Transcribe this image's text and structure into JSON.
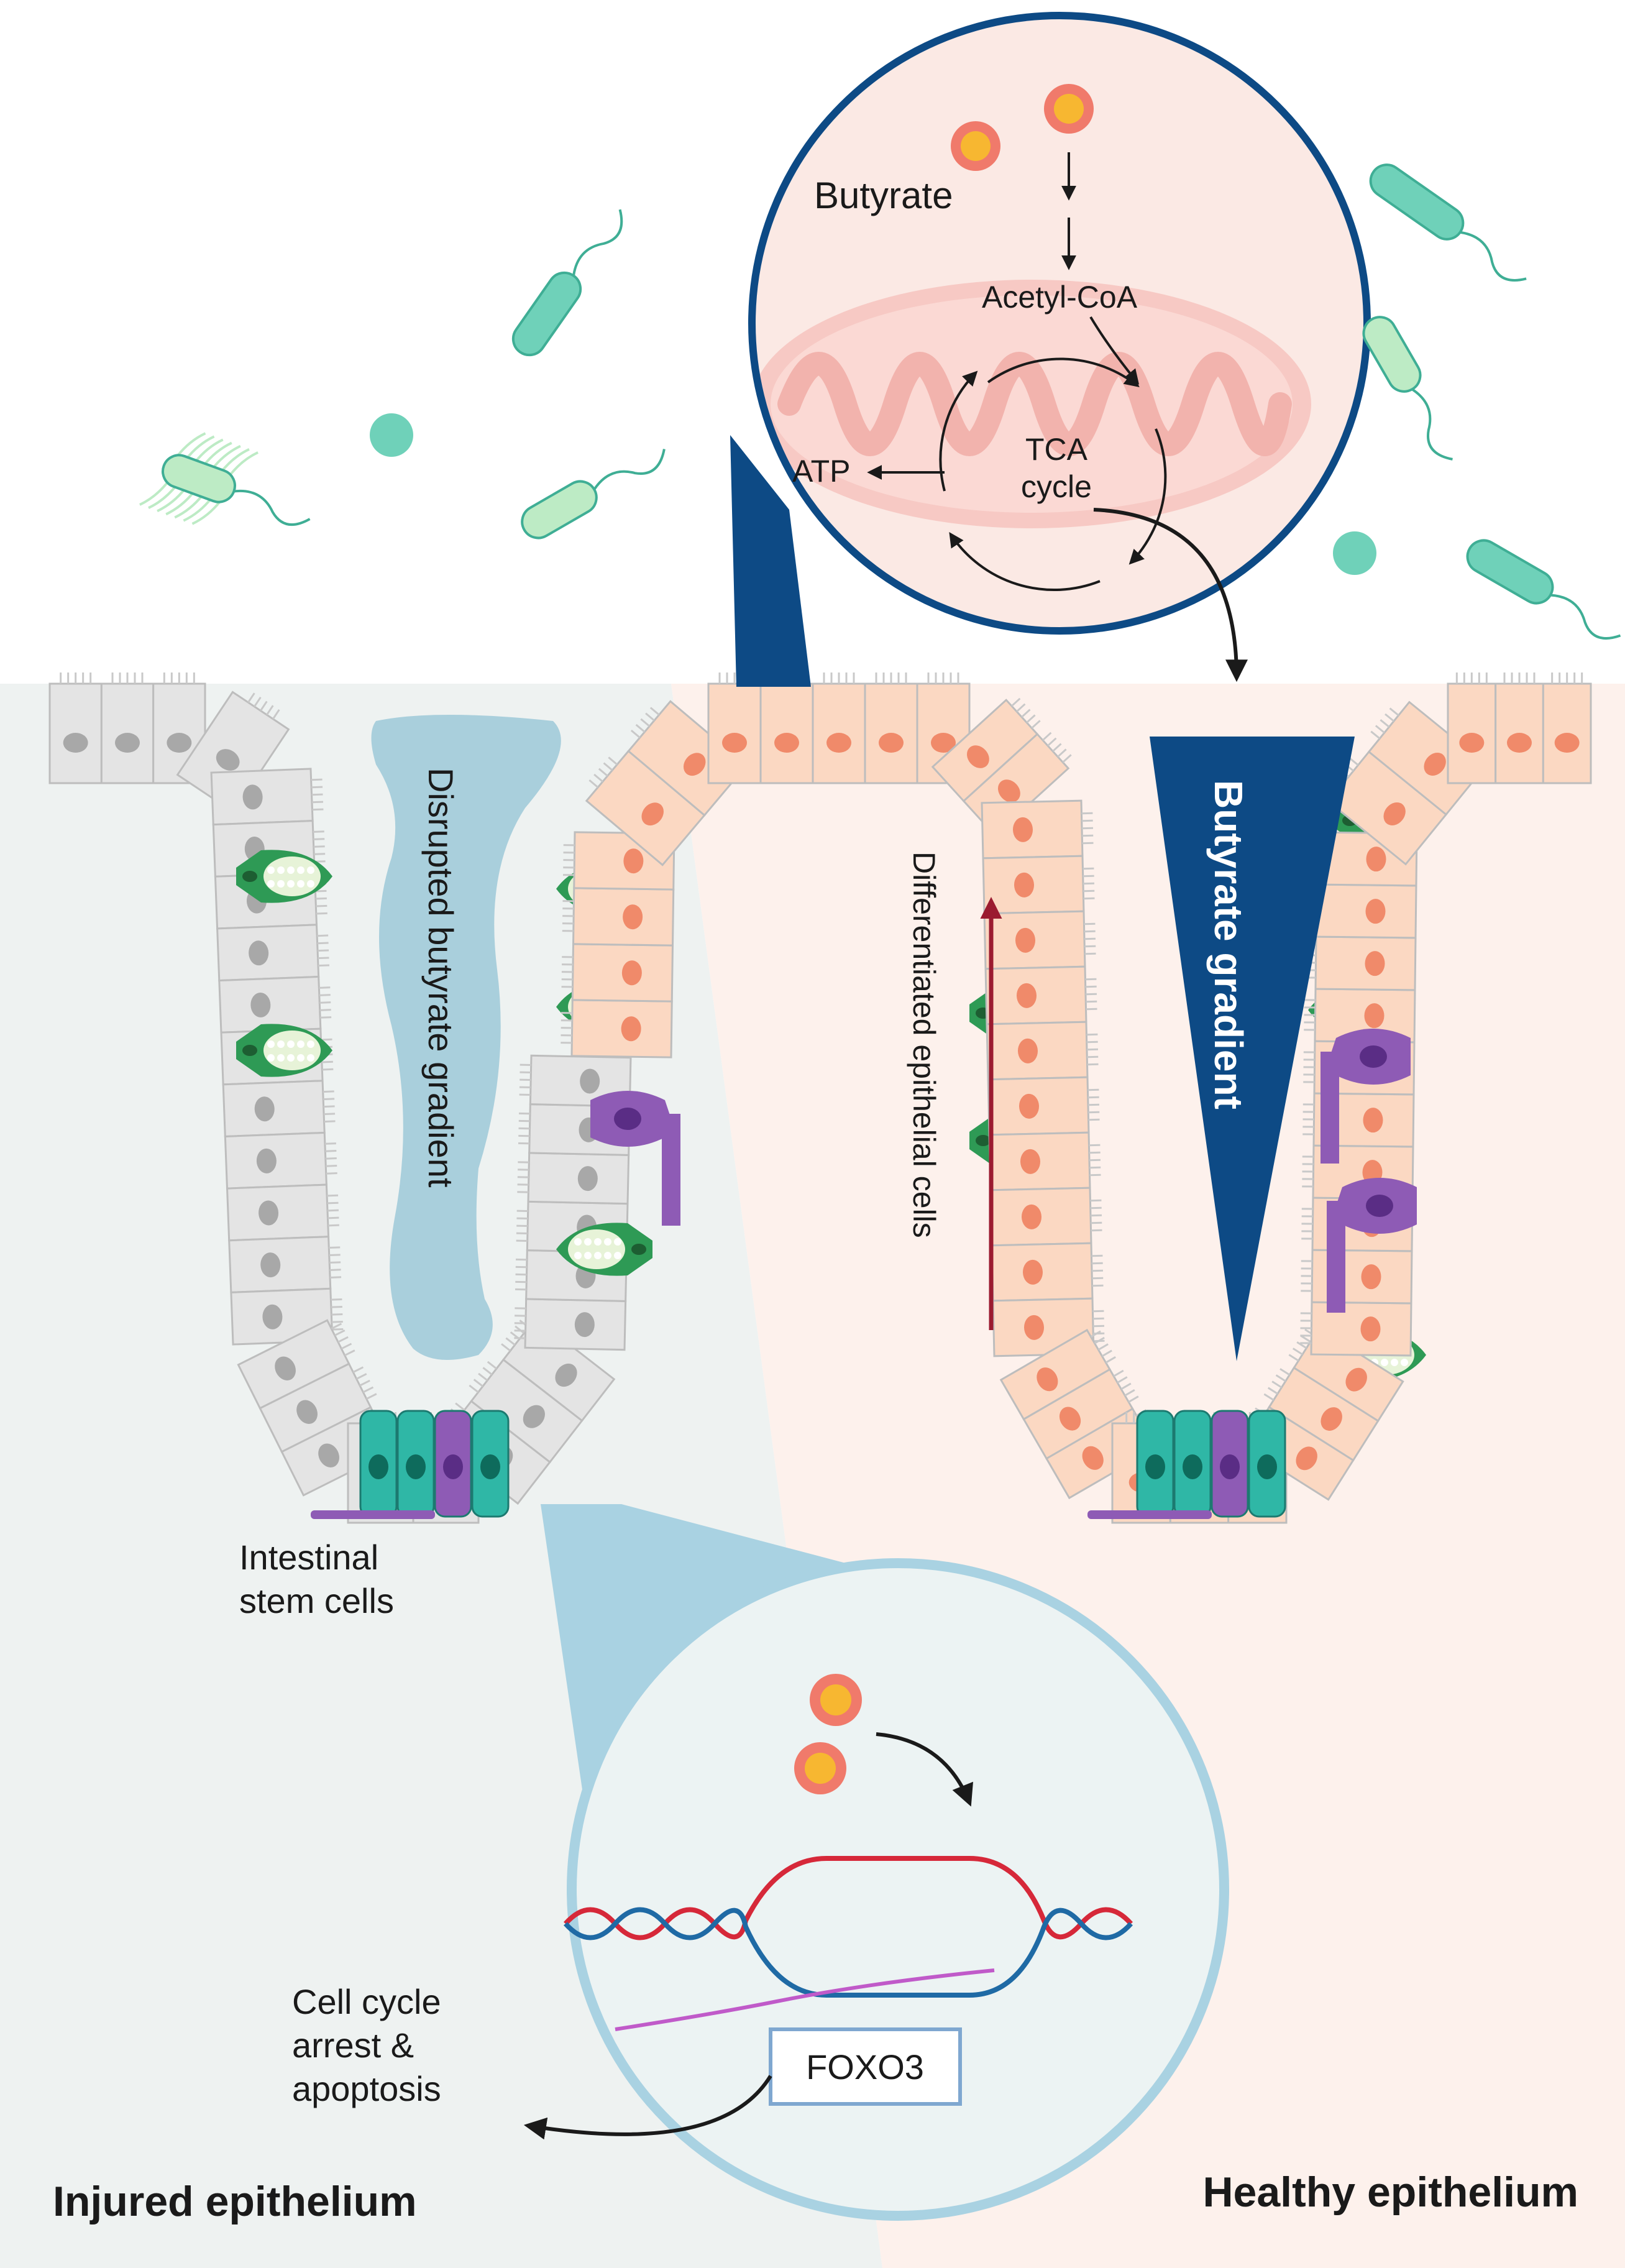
{
  "labels": {
    "butyrate": "Butyrate",
    "acetyl_coa": "Acetyl-CoA",
    "tca_line1": "TCA",
    "tca_line2": "cycle",
    "atp": "ATP",
    "disrupted_gradient": "Disrupted butyrate gradient",
    "differentiated_cells": "Differentiated epithelial cells",
    "butyrate_gradient": "Butyrate gradient",
    "stem_cells_line1": "Intestinal",
    "stem_cells_line2": "stem cells",
    "foxo3": "FOXO3",
    "outcome_line1": "Cell cycle",
    "outcome_line2": "arrest &",
    "outcome_line3": "apoptosis",
    "injured": "Injured epithelium",
    "healthy": "Healthy epithelium"
  },
  "colors": {
    "navy": "#0d4a85",
    "injured_bg": "#eef2f1",
    "healthy_bg": "#fdf1ec",
    "injured_cell": "#e4e4e4",
    "healthy_cell": "#fbd8c2",
    "nucleus_grey": "#a8a8a8",
    "nucleus_salmon": "#f08a6a",
    "goblet_green": "#2e9a55",
    "paneth_purple": "#8e5bb5",
    "stem_teal": "#2fb7a6",
    "disrupted_blob": "#a9cfdc",
    "dna_red": "#d62839",
    "dna_blue": "#1f6aa5",
    "rna_pink": "#c05ac9",
    "arrow_red": "#9b1b30",
    "bacteria": "#6fd1b9"
  },
  "icons": [
    "butyrate-molecule-icon",
    "bacterium-icon",
    "mitochondrion-icon",
    "goblet-cell-icon",
    "tuft-cell-icon",
    "stem-cell-icon",
    "dna-helix-icon"
  ]
}
